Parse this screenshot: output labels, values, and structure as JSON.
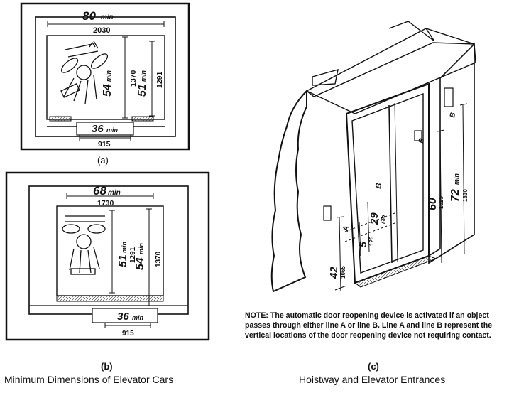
{
  "figure_a": {
    "label": "(a)",
    "width_in": "80",
    "width_mm": "2030",
    "depth_in": "54",
    "depth_mm": "1370",
    "inner_depth_in": "51",
    "inner_depth_mm": "1291",
    "door_in": "36",
    "door_mm": "915",
    "min": "min"
  },
  "figure_b": {
    "label": "(b)",
    "width_in": "68",
    "width_mm": "1730",
    "inner_depth_in": "51",
    "inner_depth_mm": "1291",
    "depth_in": "54",
    "depth_mm": "1370",
    "door_in": "36",
    "door_mm": "915",
    "min": "min"
  },
  "figure_c": {
    "label": "(c)",
    "dim_42_in": "42",
    "dim_42_mm": "1065",
    "dim_5_in": "5",
    "dim_5_mm": "125",
    "dim_29_in": "29",
    "dim_29_mm": "735",
    "dim_60_in": "60",
    "dim_60_mm": "1525",
    "dim_72_in": "72",
    "dim_72_mm": "1830",
    "min": "min",
    "line_a": "A",
    "line_b": "B"
  },
  "note": "NOTE: The automatic door reopening device is activated if an object passes through either line A or line B. Line A and line B represent the vertical locations of the door reopening device not requiring contact.",
  "captions": {
    "left": "Minimum Dimensions of Elevator Cars",
    "right": "Hoistway and Elevator Entrances"
  }
}
